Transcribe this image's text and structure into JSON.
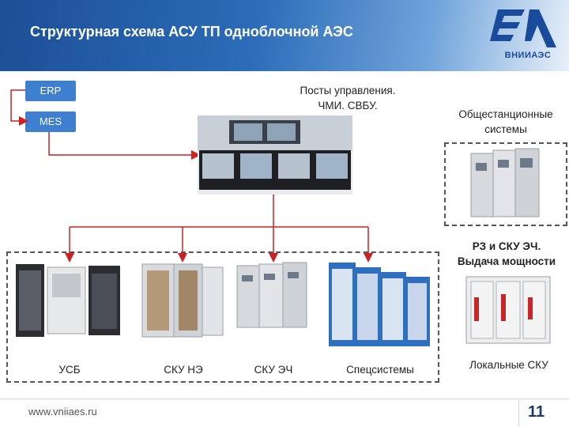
{
  "header": {
    "title": "Структурная схема АСУ ТП одноблочной АЭС"
  },
  "logo": {
    "text": "ВНИИАЭС",
    "color": "#1a4a9a"
  },
  "buttons": {
    "erp": "ERP",
    "mes": "MES"
  },
  "control": {
    "line1": "Посты управления.",
    "line2": "ЧМИ. СВБУ."
  },
  "plant_systems": {
    "line1": "Общестанционные",
    "line2": "системы"
  },
  "rz": {
    "line1": "РЗ и СКУ ЭЧ.",
    "line2": "Выдача мощности"
  },
  "systems": {
    "usb": "УСБ",
    "sku_ne": "СКУ НЭ",
    "sku_ech": "СКУ ЭЧ",
    "spec": "Спецсистемы",
    "local": "Локальные СКУ"
  },
  "footer": {
    "url": "www.vniiaes.ru",
    "page": "11"
  },
  "colors": {
    "accent": "#3e7fcf",
    "connector": "#cc2222",
    "header": "#2c6cb9"
  }
}
